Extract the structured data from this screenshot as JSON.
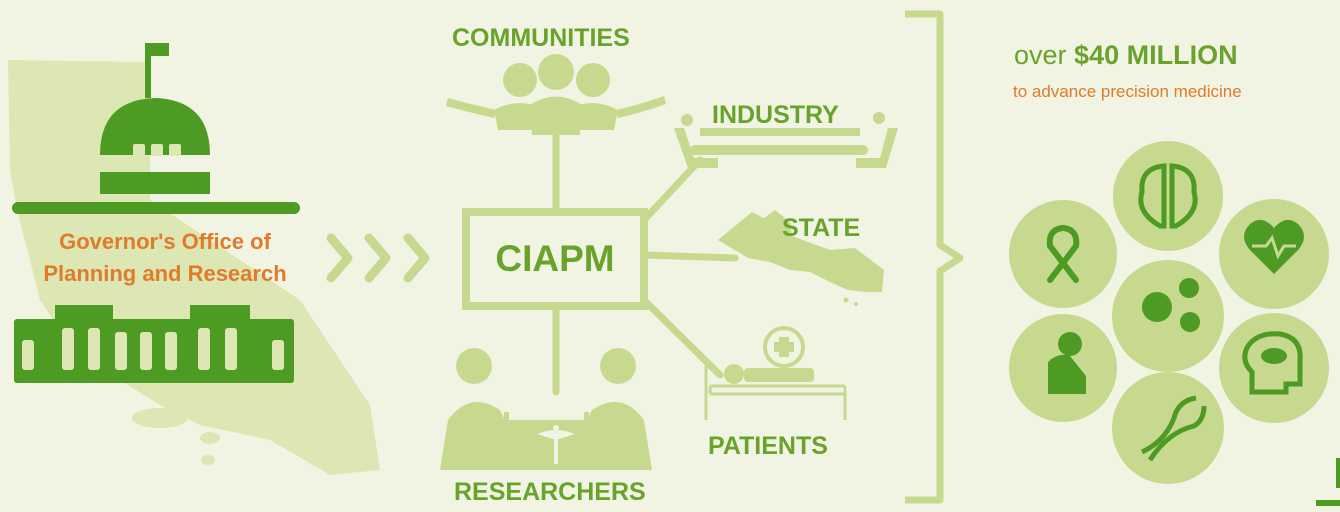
{
  "governor": {
    "line1": "Governor's Office of",
    "line2": "Planning and Research"
  },
  "center": {
    "label": "CIAPM"
  },
  "stakeholders": {
    "communities": "COMMUNITIES",
    "industry": "INDUSTRY",
    "state": "STATE",
    "patients": "PATIENTS",
    "researchers": "RESEARCHERS"
  },
  "funding": {
    "prefix": "over",
    "amount": "$40 MILLION",
    "subtitle": "to advance precision medicine"
  },
  "icons": [
    "california-map-icon",
    "capitol-dome-icon",
    "capitol-building-icon",
    "chevron-right-icon",
    "community-group-icon",
    "industry-meeting-icon",
    "california-state-icon",
    "hospital-patient-icon",
    "researchers-lab-icon",
    "caduceus-icon",
    "bracket-icon",
    "cancer-ribbon-icon",
    "brain-icon",
    "heart-pulse-icon",
    "virus-icon",
    "depression-icon",
    "mental-health-icon",
    "dna-icon"
  ],
  "colors": {
    "background": "#f1f4e2",
    "green_dark": "#4d9b23",
    "green_mid": "#69a32c",
    "green_light": "#c6d98f",
    "green_pale": "#dde7b4",
    "orange": "#e07b2b"
  }
}
